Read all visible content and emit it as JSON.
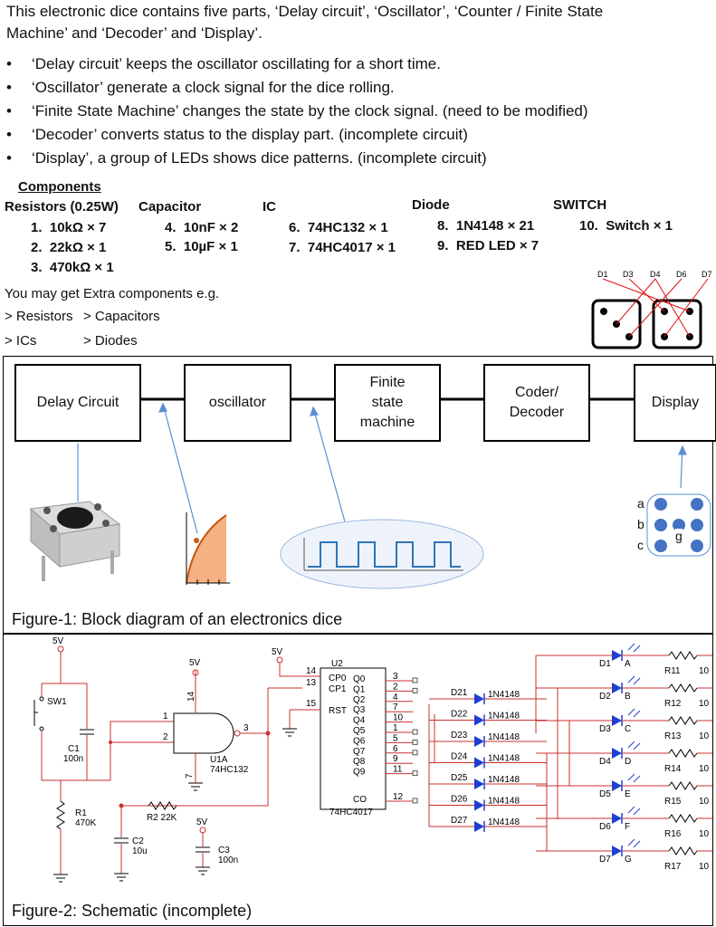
{
  "intro": {
    "line1": "This electronic dice contains five parts, ‘Delay circuit’, ‘Oscillator’, ‘Counter / Finite State",
    "line2": "Machine’ and ‘Decoder’ and ‘Display’."
  },
  "bullets": [
    "‘Delay circuit’ keeps the oscillator oscillating for a short time.",
    "‘Oscillator’ generate a clock signal for the dice rolling.",
    "‘Finite State Machine’ changes the state by the clock signal. (need to be modified)",
    "‘Decoder’ converts status to the display part. (incomplete circuit)",
    "‘Display’, a group of LEDs shows dice patterns. (incomplete circuit)"
  ],
  "components": {
    "heading": "Components",
    "col_resistors": "Resistors (0.25W)",
    "col_capacitor": "Capacitor",
    "col_ic": "IC",
    "col_diode": "Diode",
    "col_switch": "SWITCH",
    "items": [
      {
        "num": "1.",
        "text": "10kΩ × 7"
      },
      {
        "num": "2.",
        "text": "22kΩ × 1"
      },
      {
        "num": "3.",
        "text": "470kΩ × 1"
      },
      {
        "num": "4.",
        "text": "10nF × 2"
      },
      {
        "num": "5.",
        "text": "10µF × 1"
      },
      {
        "num": "6.",
        "text": "74HC132 × 1"
      },
      {
        "num": "7.",
        "text": "74HC4017 × 1"
      },
      {
        "num": "8.",
        "text": "1N4148 × 21"
      },
      {
        "num": "9.",
        "text": "RED LED × 7"
      },
      {
        "num": "10.",
        "text": "Switch × 1"
      }
    ],
    "extra": "You may get  Extra components e.g.",
    "extra_resistors": "> Resistors",
    "extra_capacitors": "> Capacitors",
    "extra_ics": "> ICs",
    "extra_diodes": "> Diodes"
  },
  "dice_labels": [
    "D1",
    "D3",
    "D4",
    "D6",
    "D7"
  ],
  "figure1": {
    "blocks": [
      "Delay Circuit",
      "oscillator",
      "Finite state machine",
      "Coder/ Decoder",
      "Display"
    ],
    "dot_labels": [
      "a",
      "b",
      "c",
      "g"
    ],
    "caption": "Figure-1: Block diagram of an electronics dice"
  },
  "figure2": {
    "caption": "Figure-2: Schematic (incomplete)",
    "supply": "5V",
    "sw": "SW1",
    "c1": [
      "C1",
      "100n"
    ],
    "r1": [
      "R1",
      "470K"
    ],
    "r2": "R2  22K",
    "c2": [
      "C2",
      "10u"
    ],
    "c3": [
      "C3",
      "100n"
    ],
    "u1": [
      "U1A",
      "74HC132"
    ],
    "u2": "U2",
    "u2_part": "74HC4017",
    "u2_inputs": [
      "CP0",
      "CP1",
      "RST"
    ],
    "u2_outputs": [
      "Q0",
      "Q1",
      "Q2",
      "Q3",
      "Q4",
      "Q5",
      "Q6",
      "Q7",
      "Q8",
      "Q9",
      "CO"
    ],
    "u2_pins_out": [
      "3",
      "2",
      "4",
      "7",
      "10",
      "1",
      "5",
      "6",
      "9",
      "11",
      "12"
    ],
    "u2_pins_in": [
      "14",
      "13",
      "15"
    ],
    "u1_pins": [
      "1",
      "2",
      "3",
      "14",
      "7"
    ],
    "diodes": [
      "D21",
      "D22",
      "D23",
      "D24",
      "D25",
      "D26",
      "D27"
    ],
    "diode_part": "1N4148",
    "leds": [
      {
        "d": "D1",
        "seg": "A",
        "r": "R11",
        "v": "10"
      },
      {
        "d": "D2",
        "seg": "B",
        "r": "R12",
        "v": "10"
      },
      {
        "d": "D3",
        "seg": "C",
        "r": "R13",
        "v": "10"
      },
      {
        "d": "D4",
        "seg": "D",
        "r": "R14",
        "v": "10"
      },
      {
        "d": "D5",
        "seg": "E",
        "r": "R15",
        "v": "10"
      },
      {
        "d": "D6",
        "seg": "F",
        "r": "R16",
        "v": "10"
      },
      {
        "d": "D7",
        "seg": "G",
        "r": "R17",
        "v": "10"
      }
    ]
  },
  "colors": {
    "led_blue": "#4472c4",
    "wire_red": "#c8302f",
    "diode_blue": "#1f3fd0",
    "arrow_blue": "#5b8fd6"
  }
}
